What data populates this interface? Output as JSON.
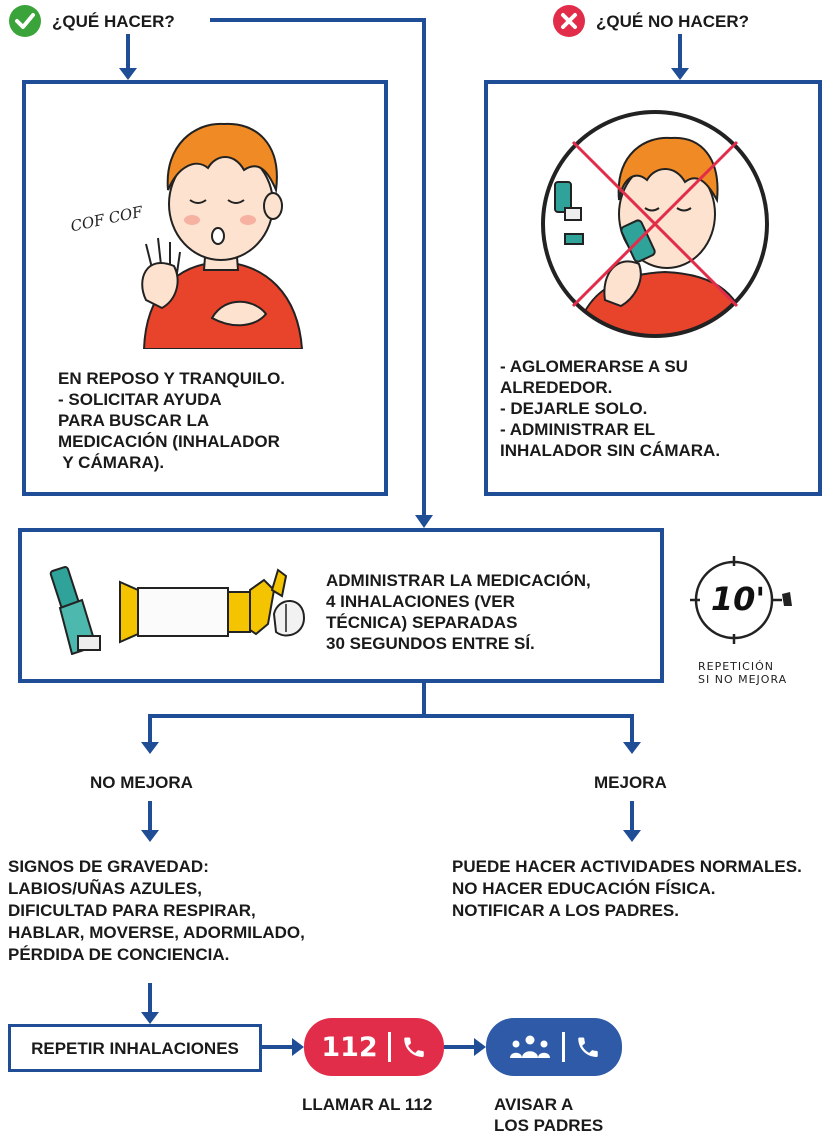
{
  "colors": {
    "line": "#1f4e96",
    "ok": "#3aa33a",
    "no": "#e22d4a",
    "call112": "#e22d4a",
    "parents": "#2e5aa8"
  },
  "do": {
    "title": "¿QUÉ HACER?",
    "cough": "COF COF",
    "lines": [
      "EN REPOSO Y TRANQUILO.",
      "- SOLICITAR AYUDA",
      "PARA BUSCAR LA",
      "MEDICACIÓN (INHALADOR",
      " Y CÁMARA)."
    ]
  },
  "dont": {
    "title": "¿QUÉ NO HACER?",
    "lines": [
      "- AGLOMERARSE A SU",
      "ALREDEDOR.",
      "- DEJARLE SOLO.",
      "- ADMINISTRAR EL",
      "INHALADOR SIN CÁMARA."
    ]
  },
  "medication": {
    "lines": [
      "ADMINISTRAR LA MEDICACIÓN,",
      "4 INHALACIONES (VER",
      "TÉCNICA) SEPARADAS",
      "30 SEGUNDOS ENTRE SÍ."
    ]
  },
  "timer": {
    "value": "10'",
    "caption": [
      "REPETICIÓN",
      "SI NO MEJORA"
    ]
  },
  "not_improves": {
    "label": "NO MEJORA",
    "signs": [
      "SIGNOS DE GRAVEDAD:",
      "LABIOS/UÑAS AZULES,",
      "DIFICULTAD PARA RESPIRAR,",
      "HABLAR, MOVERSE, ADORMILADO,",
      "PÉRDIDA DE CONCIENCIA."
    ]
  },
  "improves": {
    "label": "MEJORA",
    "actions": [
      "PUEDE HACER ACTIVIDADES NORMALES.",
      "NO HACER EDUCACIÓN FÍSICA.",
      "NOTIFICAR A LOS PADRES."
    ]
  },
  "repeat_box": "REPETIR INHALACIONES",
  "call": {
    "number": "112",
    "caption": "LLAMAR AL 112"
  },
  "parents": {
    "caption": [
      "AVISAR A",
      "LOS PADRES"
    ]
  }
}
